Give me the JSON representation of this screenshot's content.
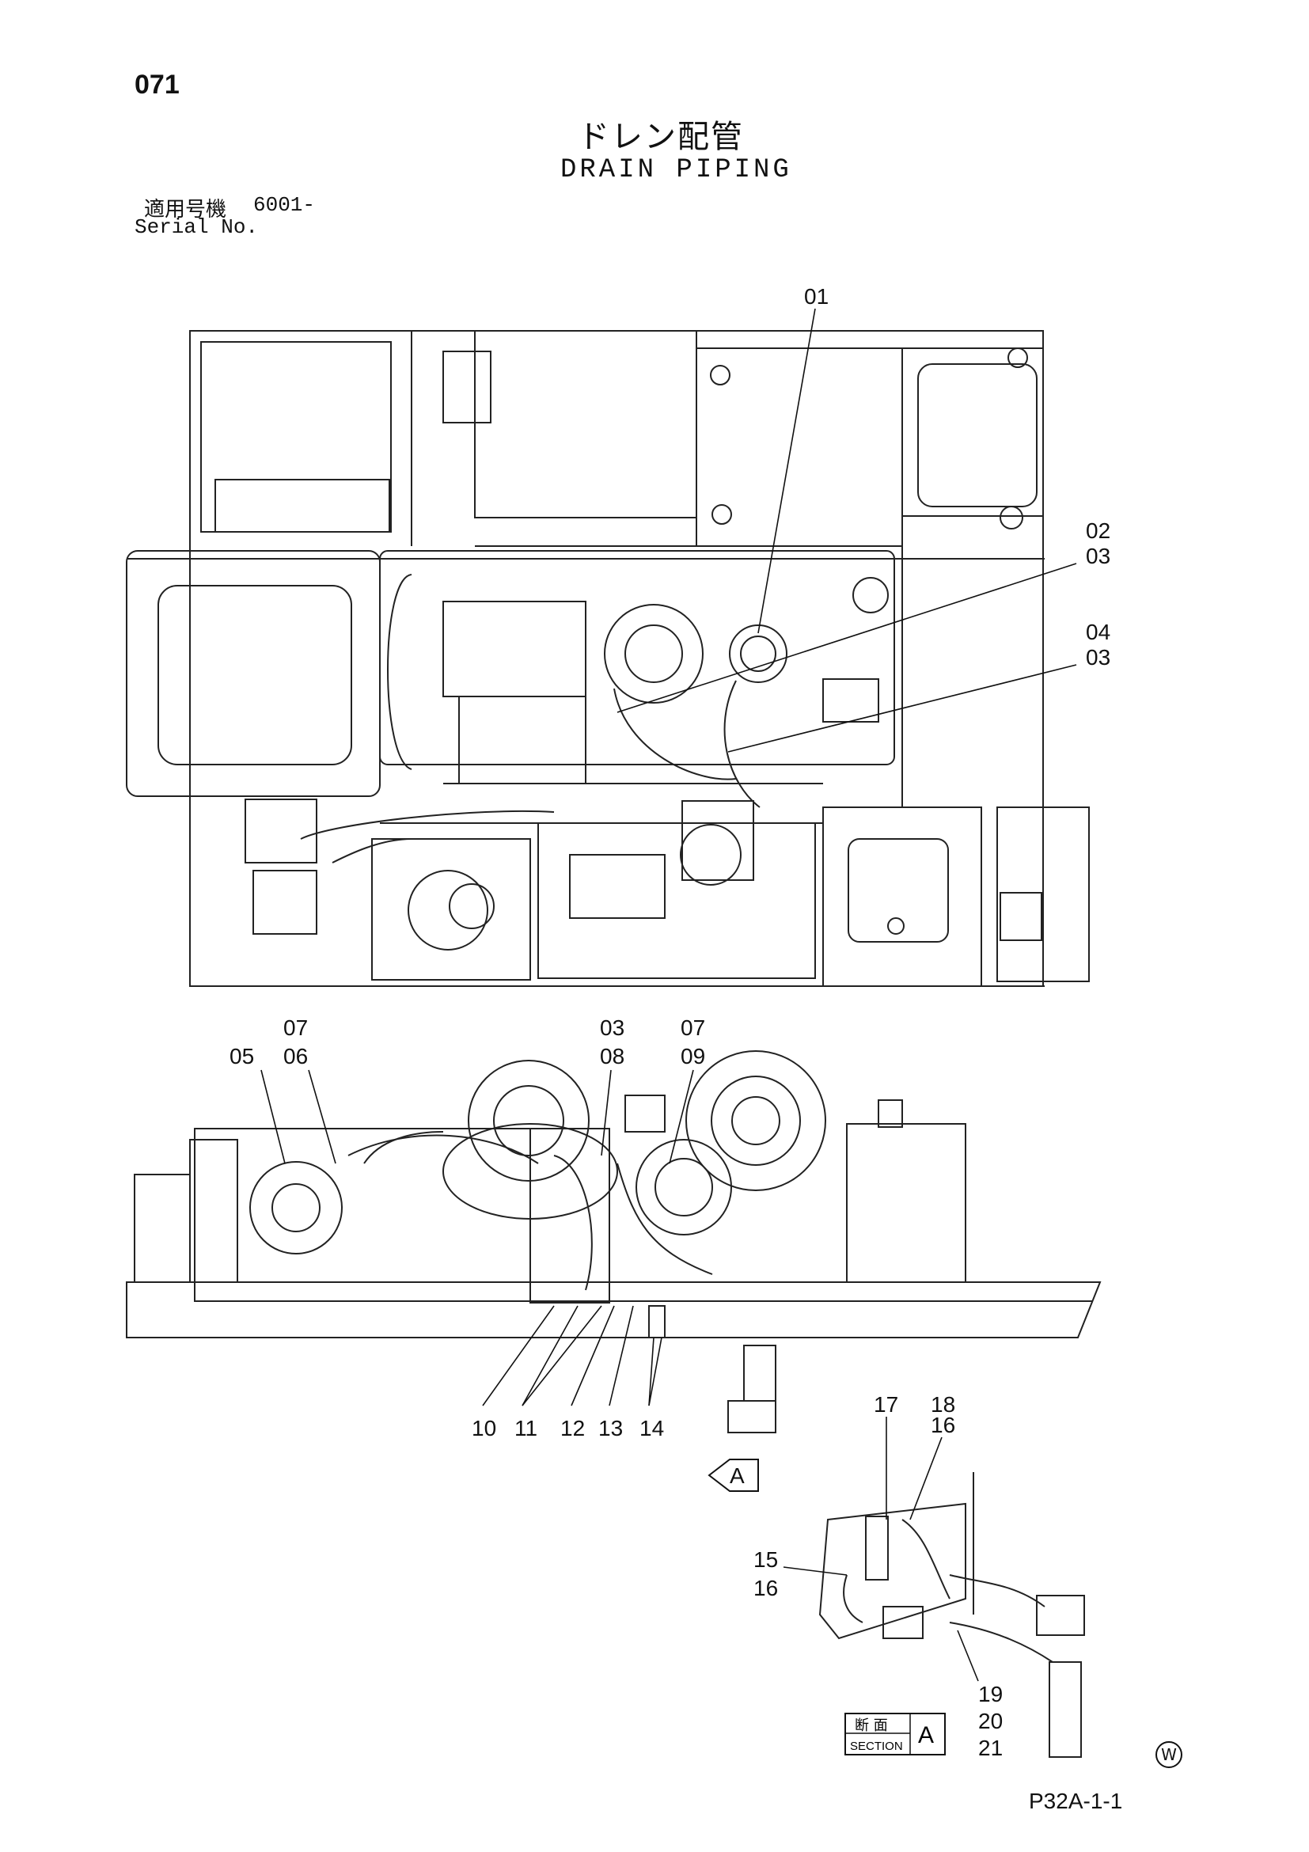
{
  "header": {
    "page_number": "071",
    "title_jp": "ドレン配管",
    "title_en": "DRAIN PIPING",
    "serial_label_jp": "適用号機",
    "serial_value": "6001-",
    "serial_label_en": "Serial No."
  },
  "callouts": [
    {
      "id": "01",
      "text": "01"
    },
    {
      "id": "02-03",
      "line1": "02",
      "line2": "03"
    },
    {
      "id": "04-03",
      "line1": "04",
      "line2": "03"
    },
    {
      "id": "05",
      "text": "05"
    },
    {
      "id": "07-06",
      "line1": "07",
      "line2": "06"
    },
    {
      "id": "03-08",
      "line1": "03",
      "line2": "08"
    },
    {
      "id": "07-09",
      "line1": "07",
      "line2": "09"
    },
    {
      "id": "10",
      "text": "10"
    },
    {
      "id": "11",
      "text": "11"
    },
    {
      "id": "12",
      "text": "12"
    },
    {
      "id": "13",
      "text": "13"
    },
    {
      "id": "14",
      "text": "14"
    },
    {
      "id": "17",
      "text": "17"
    },
    {
      "id": "18-16",
      "line1": "18",
      "line2": "16"
    },
    {
      "id": "15-16",
      "line1": "15",
      "line2": "16"
    },
    {
      "id": "19-20-21",
      "line1": "19",
      "line2": "20",
      "line3": "21"
    }
  ],
  "view_marker": {
    "letter": "A"
  },
  "section_label": {
    "jp": "断 面",
    "en": "SECTION",
    "letter": "A"
  },
  "footer": {
    "code": "P32A-1-1",
    "mark": "W"
  }
}
